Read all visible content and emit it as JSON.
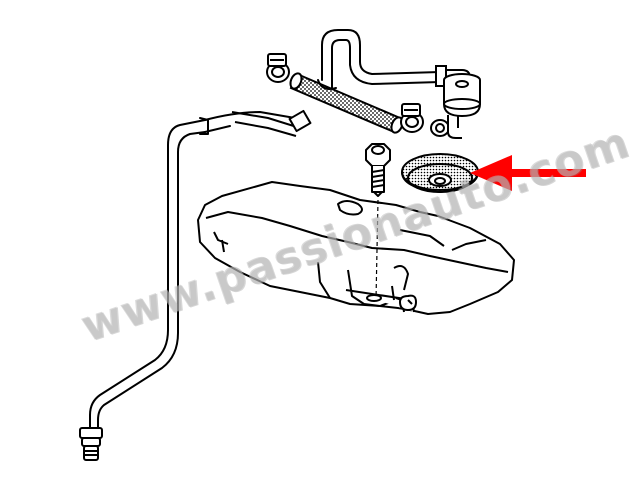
{
  "watermark": {
    "text": "www.passionauto.com"
  },
  "colors": {
    "line": "#000000",
    "arrow": "#ff0000",
    "watermark": "#bebebe",
    "background": "#ffffff"
  },
  "parts": [
    {
      "name": "expansion-tank",
      "highlighted": false
    },
    {
      "name": "tank-mounting-bolt",
      "highlighted": false
    },
    {
      "name": "rubber-grommet-washer",
      "highlighted": true
    },
    {
      "name": "breather-hose",
      "highlighted": false
    },
    {
      "name": "hose-clamp",
      "highlighted": false
    },
    {
      "name": "check-valve",
      "highlighted": false
    },
    {
      "name": "overflow-pipe",
      "highlighted": false
    }
  ]
}
